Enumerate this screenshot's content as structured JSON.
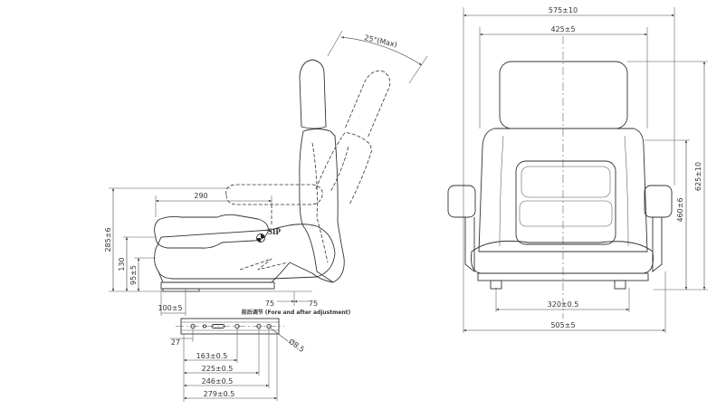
{
  "front_view": {
    "overall_width": "575±10",
    "backrest_width": "425±5",
    "overall_height": "625±10",
    "backrest_height": "460±6",
    "mounting_width": "320±0.5",
    "base_width": "505±5"
  },
  "side_view": {
    "recline_angle": "25°(Max)",
    "armrest_length": "290",
    "sip_label": "SIP",
    "total_height": "285±6",
    "armrest_height": "130",
    "cushion_height": "95±5",
    "front_offset": "100±5",
    "adjust_forward": "75",
    "adjust_backward": "75",
    "adjust_caption": "前后调节 (Fore and after adjustment)"
  },
  "rail_view": {
    "edge_offset": "27",
    "hole_diameter": "Ø8.5",
    "hole_spacing_1": "163±0.5",
    "hole_spacing_2": "225±0.5",
    "hole_spacing_3": "246±0.5",
    "rail_length": "279±0.5"
  }
}
